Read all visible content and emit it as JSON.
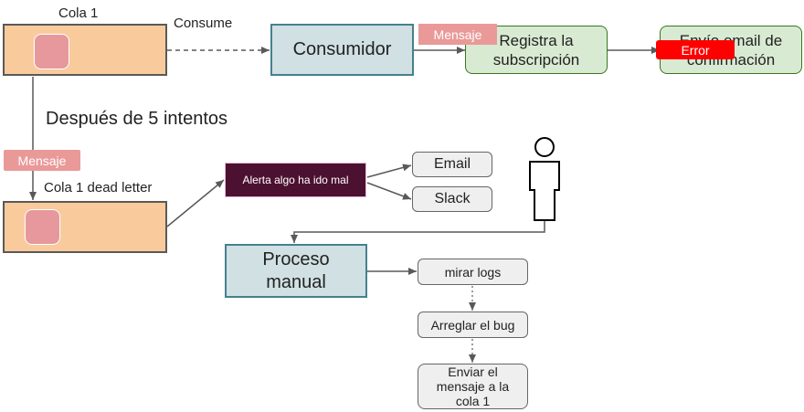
{
  "queue1": {
    "title": "Cola 1"
  },
  "consume_label": "Consume",
  "consumer": {
    "label": "Consumidor"
  },
  "message_tag_top": "Mensaje",
  "register": {
    "label": "Registra la subscripción"
  },
  "email_confirm": {
    "label": "Envío email de confirmación"
  },
  "error_tag": "Error",
  "retries_label": "Después de 5 intentos",
  "message_tag_left": "Mensaje",
  "dead_letter": {
    "title": "Cola 1 dead letter"
  },
  "alert": {
    "label": "Alerta algo ha ido mal"
  },
  "email_channel": "Email",
  "slack_channel": "Slack",
  "manual_process": {
    "label": "Proceso manual"
  },
  "steps": {
    "logs": "mirar logs",
    "fix": "Arreglar el bug",
    "resend": "Enviar el mensaje a la cola 1"
  },
  "colors": {
    "queue_fill": "#f9cb9c",
    "message_fill": "#e6989d",
    "consumer_fill": "#d0e0e3",
    "green_fill": "#d9ead3",
    "alert_fill": "#4c1130",
    "error_fill": "#ff0000"
  }
}
